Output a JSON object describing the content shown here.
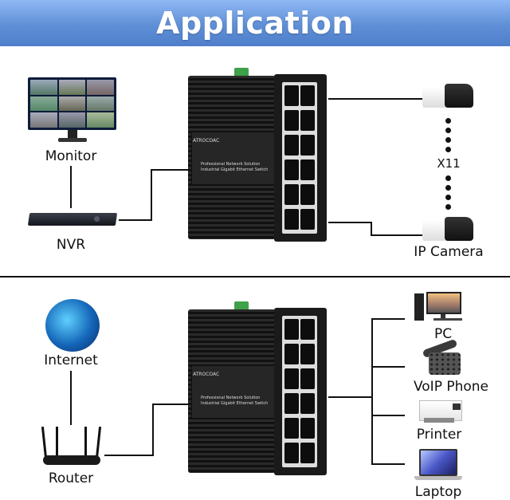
{
  "banner": {
    "title": "Application"
  },
  "top_diagram": {
    "switch": {
      "brand": "ATROCOAC",
      "line1": "Professional Network Solution",
      "line2": "Industrial Gigabit Ethernet Switch"
    },
    "left_devices": [
      {
        "label": "Monitor"
      },
      {
        "label": "NVR"
      }
    ],
    "right_devices": [
      {
        "label": "IP Camera"
      }
    ],
    "camera_count": "X11"
  },
  "bottom_diagram": {
    "switch": {
      "brand": "ATROCOAC",
      "line1": "Professional Network Solution",
      "line2": "Industrial Gigabit Ethernet Switch"
    },
    "left_devices": [
      {
        "label": "Internet"
      },
      {
        "label": "Router"
      }
    ],
    "right_devices": [
      {
        "label": "PC"
      },
      {
        "label": "VoIP Phone"
      },
      {
        "label": "Printer"
      },
      {
        "label": "Laptop"
      }
    ]
  }
}
